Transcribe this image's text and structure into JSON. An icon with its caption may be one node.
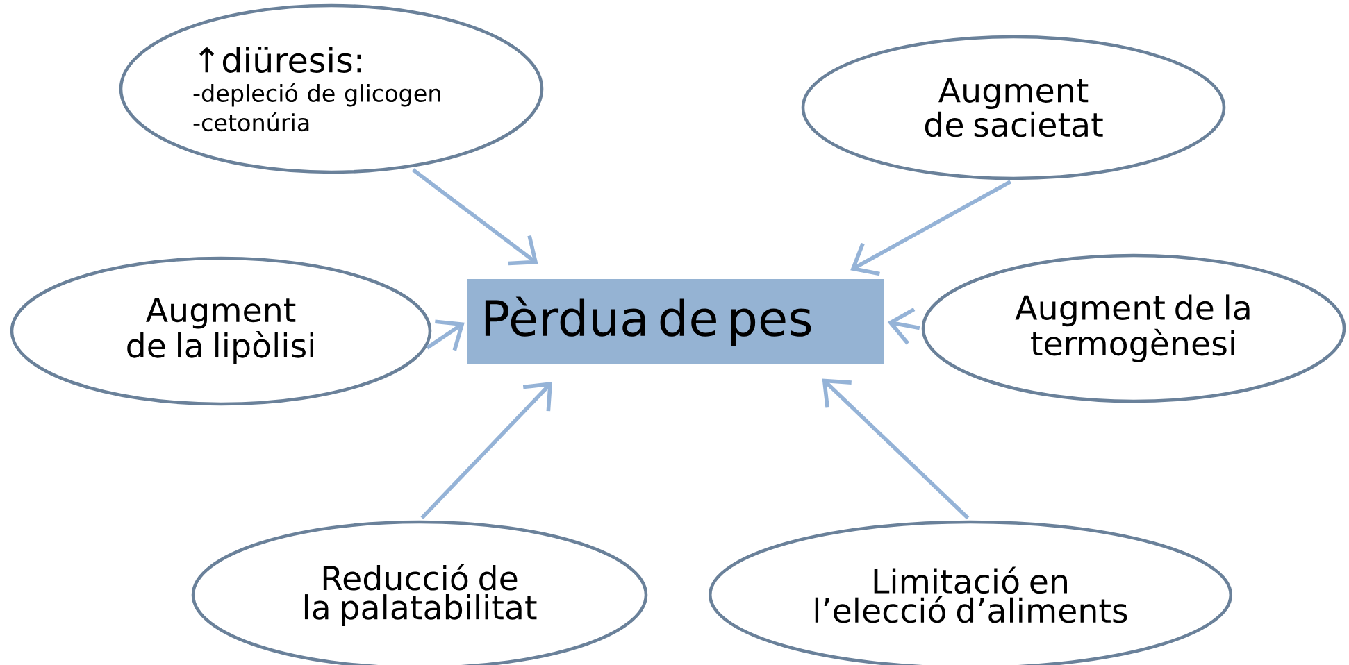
{
  "diagram": {
    "nodes": [
      {
        "text": [
          "↑diüresis:",
          "-depleció de glicogen",
          "-cetonúria"
        ]
      },
      {
        "text": [
          "Augment de sacietat"
        ]
      },
      {
        "text": [
          "Augment de la lipòlisi"
        ]
      },
      {
        "text": [
          "Pèrdua de pes"
        ]
      },
      {
        "text": [
          "Augment de la termogènesi"
        ]
      },
      {
        "text": [
          "Reducció de la palatabilitat"
        ]
      },
      {
        "text": [
          "Limitació en l’elecció d’aliments"
        ]
      }
    ],
    "edges": [
      {
        "from": 0,
        "to": 3,
        "arrow": "to"
      },
      {
        "from": 1,
        "to": 3,
        "arrow": "to"
      },
      {
        "from": 2,
        "to": 3,
        "arrow": "to"
      },
      {
        "from": 4,
        "to": 3,
        "arrow": "to"
      },
      {
        "from": 5,
        "to": 3,
        "arrow": "to"
      },
      {
        "from": 6,
        "to": 3,
        "arrow": "to"
      }
    ]
  }
}
